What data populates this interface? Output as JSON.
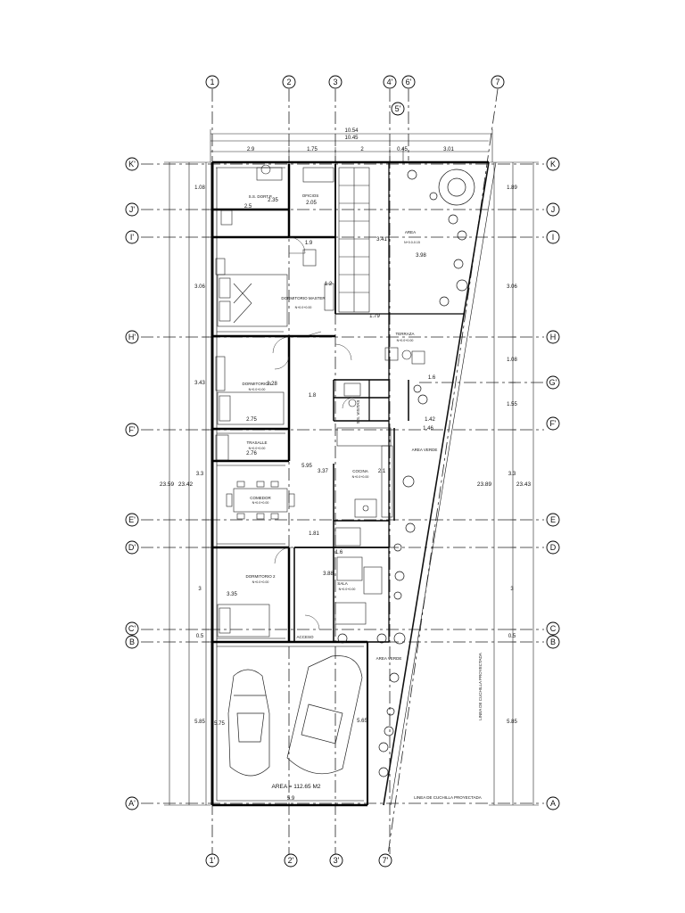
{
  "axes_top": [
    "1",
    "2",
    "3",
    "4'",
    "6'",
    "7",
    "5'"
  ],
  "axes_bottom": [
    "1'",
    "2'",
    "3'",
    "7'"
  ],
  "axes_left": [
    "K'",
    "J'",
    "I'",
    "H'",
    "F'",
    "E'",
    "D'",
    "C'",
    "B",
    "A'"
  ],
  "axes_right": [
    "K",
    "J",
    "I",
    "H",
    "G'",
    "F'",
    "E",
    "D",
    "C",
    "B",
    "A"
  ],
  "dims_top": [
    "10.54",
    "10.45",
    "2.9",
    "1.75",
    "2",
    "0.45",
    "3.01"
  ],
  "dims_left": [
    "1.08",
    "3.06",
    "3.43",
    "3.3",
    "3",
    "0.5",
    "5.85"
  ],
  "dims_right": [
    "1.89",
    "3.06",
    "1.08",
    "1.55",
    "3.3",
    "3",
    "0.5",
    "5.85"
  ],
  "totals": {
    "left_outer": "23.59",
    "left_inner": "23.42",
    "right_inner": "23.89",
    "right_outer": "23.43"
  },
  "inner_dims": [
    "2.35",
    "2.5",
    "2.05",
    "1.9",
    "3.41",
    "3.98",
    "1.2",
    "1.79",
    "3.28",
    "1.8",
    "1.6",
    "2.75",
    "1.42",
    "1.46",
    "2.76",
    "5.95",
    "3.37",
    "2.1",
    "1.81",
    "1.6",
    "3.35",
    "3.88",
    "5.75",
    "5.65",
    "5.9"
  ],
  "rooms": [
    {
      "name": "S.S. DORT.P.",
      "level": ""
    },
    {
      "name": "OFICIOS",
      "level": ""
    },
    {
      "name": "AREA",
      "level": "N+0.0-0.15"
    },
    {
      "name": "DORMITORIO MASTER",
      "level": "N+0.0+0.00"
    },
    {
      "name": "TERRAZA",
      "level": "N+0.0+0.00"
    },
    {
      "name": "DORMITORIO 1",
      "level": "N+0.0+0.00"
    },
    {
      "name": "S.S. VISITAS",
      "level": ""
    },
    {
      "name": "TRASALLE",
      "level": "N+0.0+0.00"
    },
    {
      "name": "AREA VERDE",
      "level": ""
    },
    {
      "name": "COMEDOR",
      "level": "N+0.0+0.00"
    },
    {
      "name": "COCINA",
      "level": "N+0.0+0.00"
    },
    {
      "name": "DORMITORIO 2",
      "level": "N+0.0+0.00"
    },
    {
      "name": "SALA",
      "level": "N+0.0+0.00"
    },
    {
      "name": "ACCESO",
      "level": ""
    },
    {
      "name": "AREA VERDE",
      "level": ""
    }
  ],
  "area_label": "AREA = 112.65 M2",
  "property_line_labels": [
    "LINEA DE CUCHILLA PROYECTADA",
    "LINEA DE CUCHILLA PROYECTADA"
  ]
}
